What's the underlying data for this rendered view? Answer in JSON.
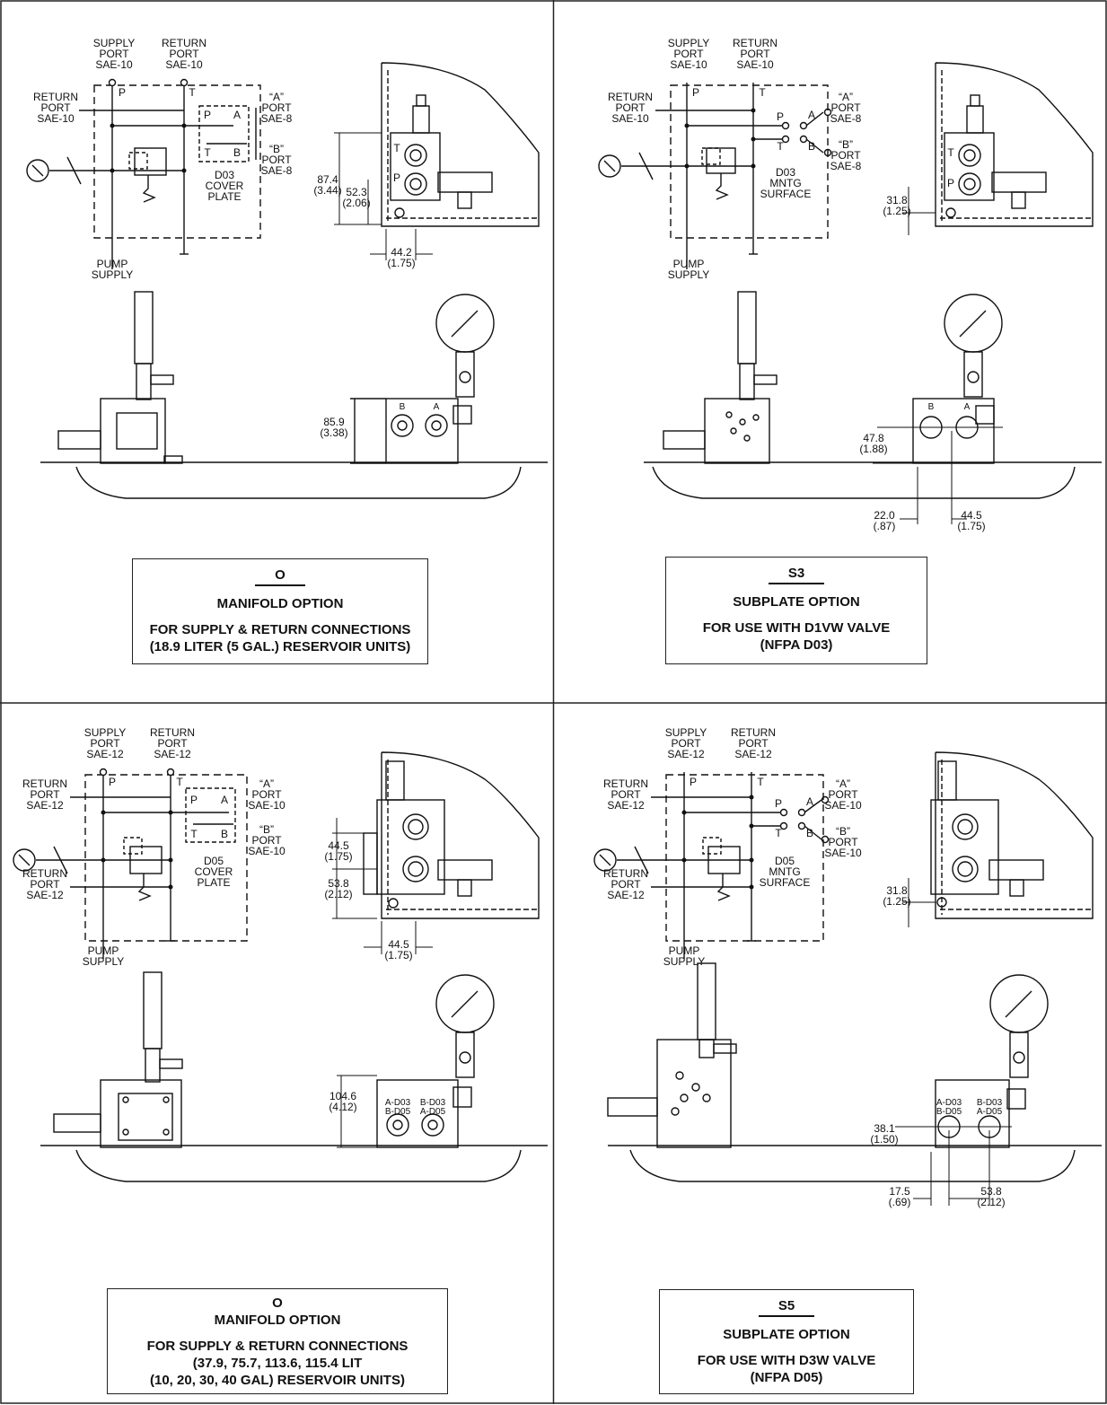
{
  "panels": [
    {
      "schematic": {
        "supply": [
          "SUPPLY",
          "PORT",
          "SAE-10"
        ],
        "return_top": [
          "RETURN",
          "PORT",
          "SAE-10"
        ],
        "return_left": [
          "RETURN",
          "PORT",
          "SAE-10"
        ],
        "a_port": [
          "“A”",
          "PORT",
          "SAE-8"
        ],
        "b_port": [
          "“B”",
          "PORT",
          "SAE-8"
        ],
        "center": [
          "D03",
          "COVER",
          "PLATE"
        ],
        "pump": [
          "PUMP",
          "SUPPLY"
        ],
        "p": "P",
        "t": "T",
        "a": "A",
        "b": "B"
      },
      "side_view": {
        "t": "T",
        "p": "P",
        "d1": [
          "87.4",
          "(3.44)"
        ],
        "d2": [
          "52.3",
          "(2.06)"
        ],
        "d3": [
          "44.2",
          "(1.75)"
        ]
      },
      "front_view": {
        "b": "B",
        "a": "A",
        "d1": [
          "85.9",
          "(3.38)"
        ]
      },
      "caption": {
        "code": "O",
        "name": "MANIFOLD OPTION",
        "line1": "FOR SUPPLY & RETURN CONNECTIONS",
        "line2": "(18.9 LITER (5 GAL.) RESERVOIR UNITS)"
      }
    },
    {
      "schematic": {
        "supply": [
          "SUPPLY",
          "PORT",
          "SAE-10"
        ],
        "return_top": [
          "RETURN",
          "PORT",
          "SAE-10"
        ],
        "return_left": [
          "RETURN",
          "PORT",
          "SAE-10"
        ],
        "a_port": [
          "“A”",
          "PORT",
          "SAE-8"
        ],
        "b_port": [
          "“B”",
          "PORT",
          "SAE-8"
        ],
        "center": [
          "D03",
          "MNTG",
          "SURFACE"
        ],
        "pump": [
          "PUMP",
          "SUPPLY"
        ],
        "p": "P",
        "t": "T",
        "a": "A",
        "b": "B"
      },
      "side_view": {
        "t": "T",
        "p": "P",
        "d1": [
          "31.8",
          "(1.25)"
        ]
      },
      "front_view": {
        "b": "B",
        "a": "A",
        "d1": [
          "47.8",
          "(1.88)"
        ],
        "d2": [
          "22.0",
          "(.87)"
        ],
        "d3": [
          "44.5",
          "(1.75)"
        ]
      },
      "caption": {
        "code": "S3",
        "name": "SUBPLATE OPTION",
        "line1": "FOR USE WITH D1VW VALVE",
        "line2": "(NFPA D03)"
      }
    },
    {
      "schematic": {
        "supply": [
          "SUPPLY",
          "PORT",
          "SAE-12"
        ],
        "return_top": [
          "RETURN",
          "PORT",
          "SAE-12"
        ],
        "return_left": [
          "RETURN",
          "PORT",
          "SAE-12"
        ],
        "return_left2": [
          "RETURN",
          "PORT",
          "SAE-12"
        ],
        "a_port": [
          "“A”",
          "PORT",
          "SAE-10"
        ],
        "b_port": [
          "“B”",
          "PORT",
          "SAE-10"
        ],
        "center": [
          "D05",
          "COVER",
          "PLATE"
        ],
        "pump": [
          "PUMP",
          "SUPPLY"
        ],
        "p": "P",
        "t": "T",
        "a": "A",
        "b": "B"
      },
      "side_view": {
        "d1": [
          "44.5",
          "(1.75)"
        ],
        "d2": [
          "53.8",
          "(2.12)"
        ],
        "d3": [
          "44.5",
          "(1.75)"
        ]
      },
      "front_view": {
        "lbl_left": [
          "A-D03",
          "B-D05"
        ],
        "lbl_right": [
          "B-D03",
          "A-D05"
        ],
        "d1": [
          "104.6",
          "(4.12)"
        ]
      },
      "caption": {
        "code": "O",
        "name": "MANIFOLD OPTION",
        "line1": "FOR SUPPLY & RETURN CONNECTIONS",
        "line2": "(37.9, 75.7, 113.6, 115.4 LIT",
        "line3": "(10, 20, 30, 40  GAL) RESERVOIR UNITS)"
      }
    },
    {
      "schematic": {
        "supply": [
          "SUPPLY",
          "PORT",
          "SAE-12"
        ],
        "return_top": [
          "RETURN",
          "PORT",
          "SAE-12"
        ],
        "return_left": [
          "RETURN",
          "PORT",
          "SAE-12"
        ],
        "return_left2": [
          "RETURN",
          "PORT",
          "SAE-12"
        ],
        "a_port": [
          "“A”",
          "PORT",
          "SAE-10"
        ],
        "b_port": [
          "“B”",
          "PORT",
          "SAE-10"
        ],
        "center": [
          "D05",
          "MNTG",
          "SURFACE"
        ],
        "pump": [
          "PUMP",
          "SUPPLY"
        ],
        "p": "P",
        "t": "T",
        "a": "A",
        "b": "B"
      },
      "side_view": {
        "d1": [
          "31.8",
          "(1.25)"
        ]
      },
      "front_view": {
        "lbl_left": [
          "A-D03",
          "B-D05"
        ],
        "lbl_right": [
          "B-D03",
          "A-D05"
        ],
        "d1": [
          "38.1",
          "(1.50)"
        ],
        "d2": [
          "17.5",
          "(.69)"
        ],
        "d3": [
          "53.8",
          "(2.12)"
        ]
      },
      "caption": {
        "code": "S5",
        "name": "SUBPLATE OPTION",
        "line1": "FOR USE WITH D3W VALVE",
        "line2": "(NFPA D05)"
      }
    }
  ]
}
